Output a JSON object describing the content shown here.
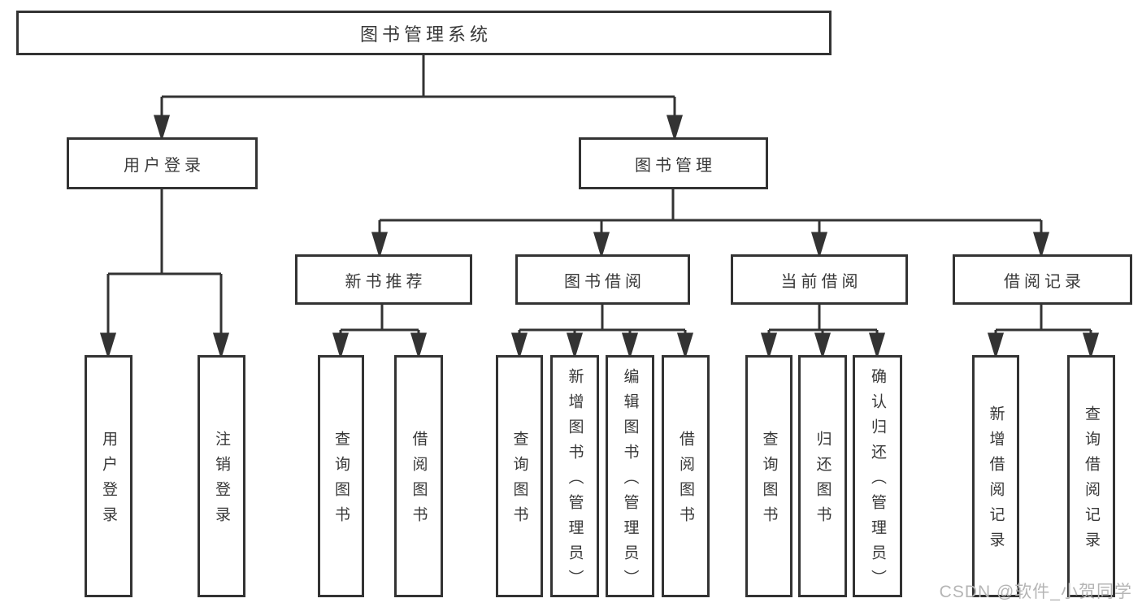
{
  "tree": {
    "root": {
      "label": "图书管理系统"
    },
    "level2": [
      {
        "label": "用户登录",
        "children": [
          {
            "label": "用户登录"
          },
          {
            "label": "注销登录"
          }
        ]
      },
      {
        "label": "图书管理",
        "children": [
          {
            "label": "新书推荐",
            "children": [
              {
                "label": "查询图书"
              },
              {
                "label": "借阅图书"
              }
            ]
          },
          {
            "label": "图书借阅",
            "children": [
              {
                "label": "查询图书"
              },
              {
                "label": "新增图书（管理员）"
              },
              {
                "label": "编辑图书（管理员）"
              },
              {
                "label": "借阅图书"
              }
            ]
          },
          {
            "label": "当前借阅",
            "children": [
              {
                "label": "查询图书"
              },
              {
                "label": "归还图书"
              },
              {
                "label": "确认归还（管理员）"
              }
            ]
          },
          {
            "label": "借阅记录",
            "children": [
              {
                "label": "新增借阅记录"
              },
              {
                "label": "查询借阅记录"
              }
            ]
          }
        ]
      }
    ]
  },
  "watermark": {
    "text": "CSDN @软件_小贺同学"
  },
  "colors": {
    "line": "#333333",
    "box_border": "#333333",
    "box_fill": "#ffffff",
    "text": "#383838",
    "watermark": "#b5b5b5",
    "background": "#ffffff"
  }
}
